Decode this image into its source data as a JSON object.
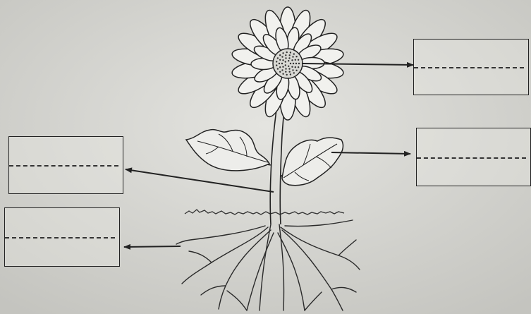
{
  "labels": [
    {
      "target": "flower",
      "answer": ""
    },
    {
      "target": "leaf",
      "answer": ""
    },
    {
      "target": "stem",
      "answer": ""
    },
    {
      "target": "root",
      "answer": ""
    }
  ],
  "colors": {
    "paper": "#d6d6d2",
    "ink": "#222222",
    "petal": "#f1f1ee"
  }
}
